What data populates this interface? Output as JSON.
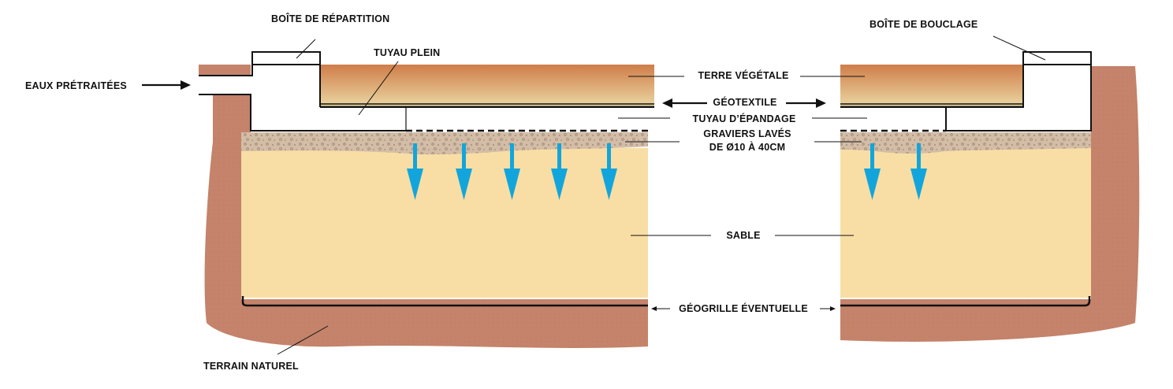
{
  "labels": {
    "boite_repartition": "BOÎTE DE RÉPARTITION",
    "boite_bouclage": "BOÎTE DE BOUCLAGE",
    "eaux_pretraitees": "EAUX PRÉTRAITÉES",
    "tuyau_plein": "TUYAU PLEIN",
    "terre_vegetale": "TERRE VÉGÉTALE",
    "geotextile": "GÉOTEXTILE",
    "tuyau_epandage": "TUYAU D’ÉPANDAGE",
    "graviers_line1": "GRAVIERS LAVÉS",
    "graviers_line2": "DE Ø10 À 40CM",
    "sable": "SABLE",
    "geogrille": "GÉOGRILLE ÉVENTUELLE",
    "terrain_naturel": "TERRAIN NATUREL"
  },
  "colors": {
    "terrain": "#c4836a",
    "sable": "#f8dea4",
    "gravel": "#d2bca6",
    "topsoil_top": "#cf7d49",
    "topsoil_bottom": "#e8d3a0",
    "water_arrow": "#12a5dc",
    "line": "#111111"
  }
}
